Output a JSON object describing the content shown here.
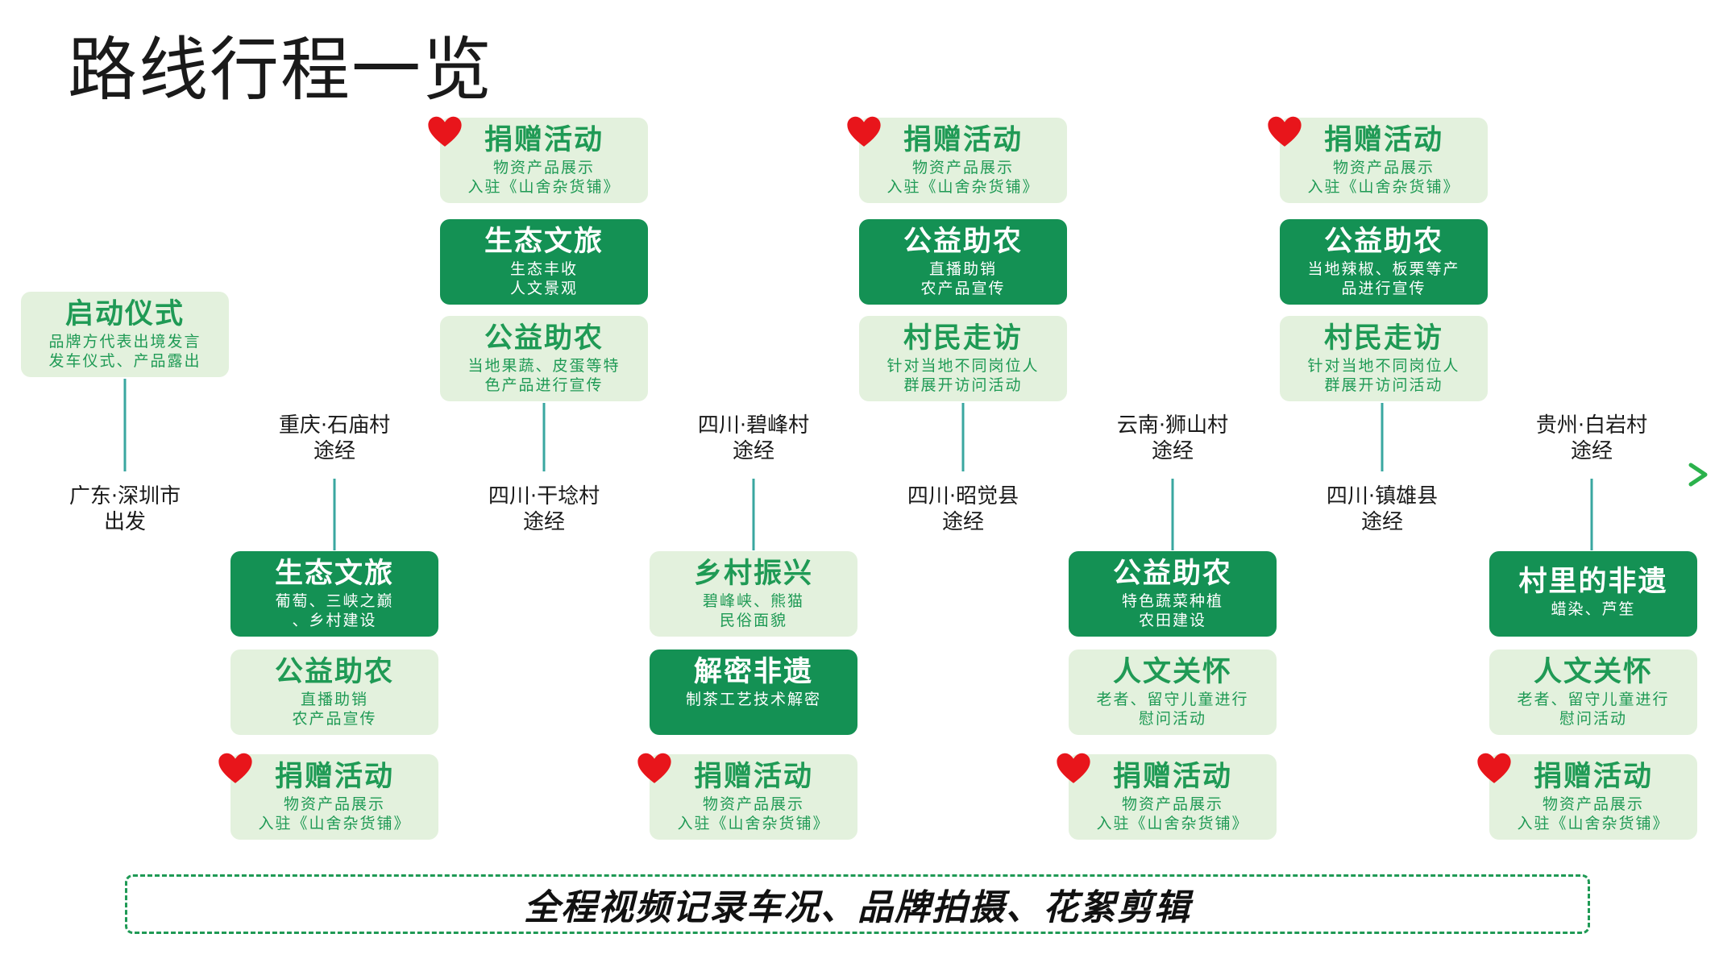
{
  "title": "路线行程一览",
  "colors": {
    "accent": "#149154",
    "light_card": "#e3f1dd",
    "heart": "#e8151b",
    "timeline_start": "#3b6fd8",
    "timeline_end": "#2bb24c"
  },
  "locations": [
    {
      "name": "广东·深圳市",
      "role": "出发"
    },
    {
      "name": "重庆·石庙村",
      "role": "途经"
    },
    {
      "name": "四川·干埝村",
      "role": "途经"
    },
    {
      "name": "四川·碧峰村",
      "role": "途经"
    },
    {
      "name": "四川·昭觉县",
      "role": "途经"
    },
    {
      "name": "云南·狮山村",
      "role": "途经"
    },
    {
      "name": "四川·镇雄县",
      "role": "途经"
    },
    {
      "name": "贵州·白岩村",
      "role": "途经"
    }
  ],
  "cards": {
    "c0": [
      {
        "title": "启动仪式",
        "lines": [
          "品牌方代表出境发言",
          "发车仪式、产品露出"
        ]
      }
    ],
    "c1": [
      {
        "title": "生态文旅",
        "lines": [
          "葡萄、三峡之巅",
          "、乡村建设"
        ]
      },
      {
        "title": "公益助农",
        "lines": [
          "直播助销",
          "农产品宣传"
        ]
      },
      {
        "title": "捐赠活动",
        "lines": [
          "物资产品展示",
          "入驻《山舍杂货铺》"
        ]
      }
    ],
    "c2": [
      {
        "title": "捐赠活动",
        "lines": [
          "物资产品展示",
          "入驻《山舍杂货铺》"
        ]
      },
      {
        "title": "生态文旅",
        "lines": [
          "生态丰收",
          "人文景观"
        ]
      },
      {
        "title": "公益助农",
        "lines": [
          "当地果蔬、皮蛋等特",
          "色产品进行宣传"
        ]
      }
    ],
    "c3": [
      {
        "title": "乡村振兴",
        "lines": [
          "碧峰峡、熊猫",
          "民俗面貌"
        ]
      },
      {
        "title": "解密非遗",
        "lines": [
          "制茶工艺技术解密"
        ]
      },
      {
        "title": "捐赠活动",
        "lines": [
          "物资产品展示",
          "入驻《山舍杂货铺》"
        ]
      }
    ],
    "c4": [
      {
        "title": "捐赠活动",
        "lines": [
          "物资产品展示",
          "入驻《山舍杂货铺》"
        ]
      },
      {
        "title": "公益助农",
        "lines": [
          "直播助销",
          "农产品宣传"
        ]
      },
      {
        "title": "村民走访",
        "lines": [
          "针对当地不同岗位人",
          "群展开访问活动"
        ]
      }
    ],
    "c5": [
      {
        "title": "公益助农",
        "lines": [
          "特色蔬菜种植",
          "农田建设"
        ]
      },
      {
        "title": "人文关怀",
        "lines": [
          "老者、留守儿童进行",
          "慰问活动"
        ]
      },
      {
        "title": "捐赠活动",
        "lines": [
          "物资产品展示",
          "入驻《山舍杂货铺》"
        ]
      }
    ],
    "c6": [
      {
        "title": "捐赠活动",
        "lines": [
          "物资产品展示",
          "入驻《山舍杂货铺》"
        ]
      },
      {
        "title": "公益助农",
        "lines": [
          "当地辣椒、板栗等产",
          "品进行宣传"
        ]
      },
      {
        "title": "村民走访",
        "lines": [
          "针对当地不同岗位人",
          "群展开访问活动"
        ]
      }
    ],
    "c7": [
      {
        "title": "村里的非遗",
        "lines": [
          "蜡染、芦笙"
        ]
      },
      {
        "title": "人文关怀",
        "lines": [
          "老者、留守儿童进行",
          "慰问活动"
        ]
      },
      {
        "title": "捐赠活动",
        "lines": [
          "物资产品展示",
          "入驻《山舍杂货铺》"
        ]
      }
    ]
  },
  "banner": "全程视频记录车况、品牌拍摄、花絮剪辑"
}
